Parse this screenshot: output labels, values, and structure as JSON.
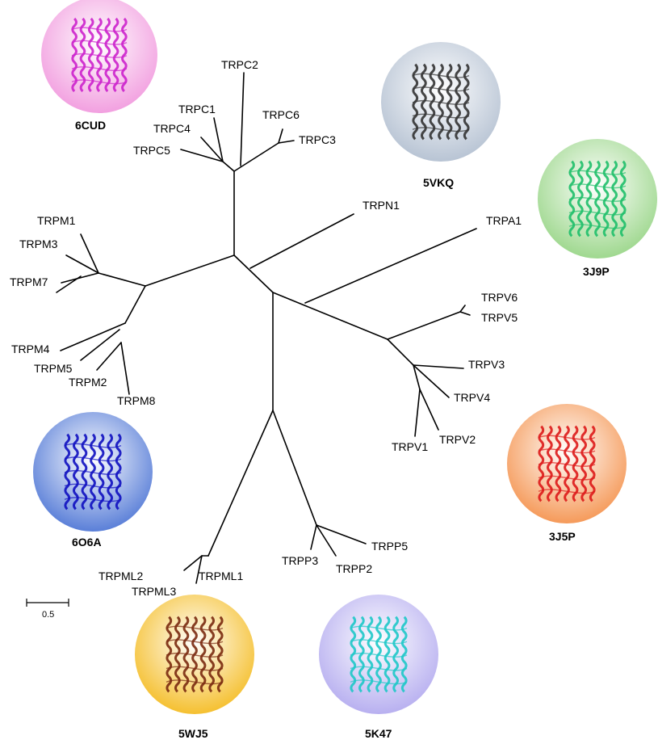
{
  "tree_labels": {
    "TRPC2": "TRPC2",
    "TRPC1": "TRPC1",
    "TRPC4": "TRPC4",
    "TRPC5": "TRPC5",
    "TRPC6": "TRPC6",
    "TRPC3": "TRPC3",
    "TRPN1": "TRPN1",
    "TRPA1": "TRPA1",
    "TRPM1": "TRPM1",
    "TRPM3": "TRPM3",
    "TRPM7": "TRPM7",
    "TRPM4": "TRPM4",
    "TRPM5": "TRPM5",
    "TRPM2": "TRPM2",
    "TRPM8": "TRPM8",
    "TRPV6": "TRPV6",
    "TRPV5": "TRPV5",
    "TRPV3": "TRPV3",
    "TRPV4": "TRPV4",
    "TRPV2": "TRPV2",
    "TRPV1": "TRPV1",
    "TRPML2": "TRPML2",
    "TRPML3": "TRPML3",
    "TRPML1": "TRPML1",
    "TRPP3": "TRPP3",
    "TRPP2": "TRPP2",
    "TRPP5": "TRPP5"
  },
  "structures": [
    {
      "pdb": "6CUD",
      "color": "#cc22cc",
      "bg": "#f2a0e0",
      "icon": "protein-structure-icon"
    },
    {
      "pdb": "5VKQ",
      "color": "#333333",
      "bg": "#b8c4d4",
      "icon": "protein-structure-icon"
    },
    {
      "pdb": "3J9P",
      "color": "#1fbf6a",
      "bg": "#9fd88f",
      "icon": "protein-structure-icon"
    },
    {
      "pdb": "6O6A",
      "color": "#1010c0",
      "bg": "#5a7fd8",
      "icon": "protein-structure-icon"
    },
    {
      "pdb": "3J5P",
      "color": "#dd1a1a",
      "bg": "#f59a5a",
      "icon": "protein-structure-icon"
    },
    {
      "pdb": "5WJ5",
      "color": "#7a2a10",
      "bg": "#f5c030",
      "icon": "protein-structure-icon"
    },
    {
      "pdb": "5K47",
      "color": "#1ec8c8",
      "bg": "#b8b0f0",
      "icon": "protein-structure-icon"
    }
  ],
  "scale_bar": {
    "label": "0.5"
  }
}
